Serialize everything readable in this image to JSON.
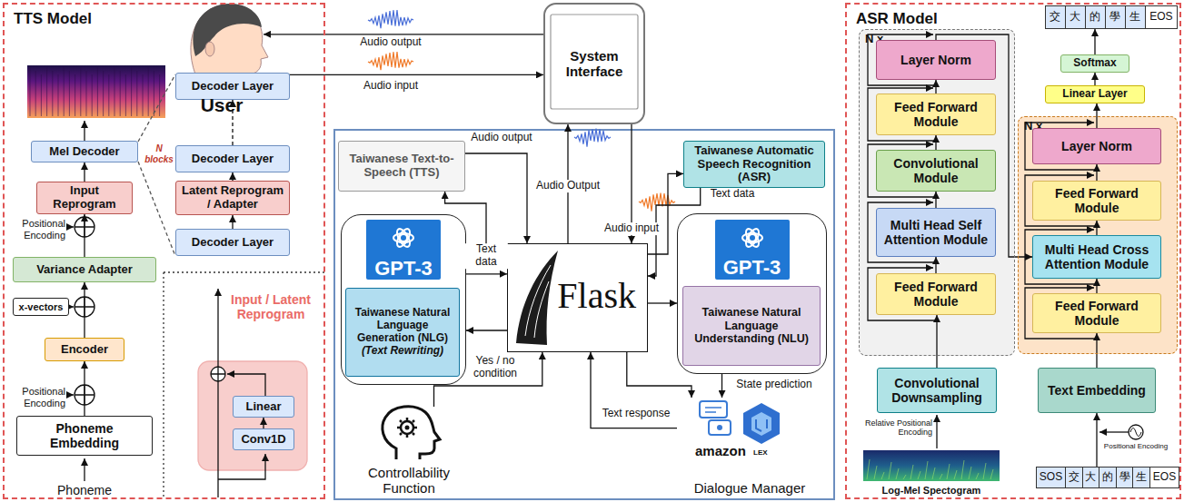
{
  "diagram": {
    "nodes": [
      {
        "text": [
          "TTS Model"
        ]
      },
      {
        "text": [
          "Mel Decoder"
        ],
        "in": 0
      },
      {
        "text": [
          "Input Reprogram"
        ],
        "in": 0
      },
      {
        "text": [
          "Variance Adapter"
        ],
        "in": 0
      },
      {
        "text": [
          "x-vectors"
        ],
        "in": 0
      },
      {
        "text": [
          "Encoder"
        ],
        "in": 0
      },
      {
        "text": [
          "Phoneme Embedding"
        ],
        "in": 0
      },
      {
        "text": [
          "Decoder Layer"
        ],
        "in": 0
      },
      {
        "text": [
          "Decoder Layer"
        ],
        "in": 0
      },
      {
        "text": [
          "Latent Reprogram / Adapter"
        ],
        "in": 0
      },
      {
        "text": [
          "Decoder Layer"
        ],
        "in": 0
      },
      {
        "text": [
          "Input / Latent Reprogram"
        ],
        "in": 0
      },
      {
        "text": [
          "Linear"
        ],
        "in": 11
      },
      {
        "text": [
          "Conv1D"
        ],
        "in": 11
      },
      {
        "text": [
          "User"
        ]
      },
      {
        "text": [
          "System Interface"
        ]
      },
      {
        "text": [
          "Taiwanese Text-to-Speech (TTS)"
        ]
      },
      {
        "text": [
          "GPT-3"
        ]
      },
      {
        "text": [
          "Taiwanese Natural Language Generation (NLG)",
          "(Text Rewriting)"
        ],
        "in": 17
      },
      {
        "text": [
          "Flask"
        ]
      },
      {
        "text": [
          "Taiwanese Automatic Speech Recognition (ASR)"
        ]
      },
      {
        "text": [
          "GPT-3"
        ]
      },
      {
        "text": [
          "Taiwanese Natural Language Understanding (NLU)"
        ],
        "in": 21
      },
      {
        "text": [
          "Controllability Function"
        ]
      },
      {
        "text": [
          "amazon",
          "LEX",
          "Dialogue Manager"
        ]
      },
      {
        "text": [
          "ASR Model"
        ]
      },
      {
        "text": [
          "N x"
        ],
        "in": 25
      },
      {
        "text": [
          "Layer Norm"
        ],
        "in": 26
      },
      {
        "text": [
          "Feed Forward Module"
        ],
        "in": 26
      },
      {
        "text": [
          "Convolutional Module"
        ],
        "in": 26
      },
      {
        "text": [
          "Multi Head Self Attention Module"
        ],
        "in": 26
      },
      {
        "text": [
          "Feed Forward Module"
        ],
        "in": 26
      },
      {
        "text": [
          "Convolutional Downsampling"
        ],
        "in": 25
      },
      {
        "text": [
          "交",
          "大",
          "的",
          "學",
          "生",
          "EOS"
        ],
        "in": 25
      },
      {
        "text": [
          "Softmax"
        ],
        "in": 25
      },
      {
        "text": [
          "Linear Layer"
        ],
        "in": 25
      },
      {
        "text": [
          "N x"
        ],
        "in": 25
      },
      {
        "text": [
          "Layer Norm"
        ],
        "in": 36
      },
      {
        "text": [
          "Feed Forward Module"
        ],
        "in": 36
      },
      {
        "text": [
          "Multi Head Cross Attention Module"
        ],
        "in": 36
      },
      {
        "text": [
          "Feed Forward Module"
        ],
        "in": 36
      },
      {
        "text": [
          "Text Embedding"
        ],
        "in": 25
      },
      {
        "text": [
          "SOS",
          "交",
          "大",
          "的",
          "學",
          "生",
          "EOS"
        ],
        "in": 25
      }
    ],
    "edges": [
      {
        "from": 6,
        "to": 5,
        "arrow": "to"
      },
      {
        "from": 5,
        "to": 3,
        "arrow": "to"
      },
      {
        "from": 3,
        "to": 2,
        "arrow": "to"
      },
      {
        "from": 2,
        "to": 1,
        "arrow": "to"
      },
      {
        "from": 10,
        "to": 9,
        "arrow": "to"
      },
      {
        "from": 9,
        "to": 8,
        "arrow": "to"
      },
      {
        "from": 8,
        "to": 7,
        "arrow": "to"
      },
      {
        "from": 13,
        "to": 12,
        "arrow": "to"
      },
      {
        "from": 15,
        "to": 14,
        "label": "Audio output",
        "arrow": "to"
      },
      {
        "from": 14,
        "to": 15,
        "label": "Audio input",
        "arrow": "to"
      },
      {
        "from": 16,
        "to": 19,
        "label": "Audio output",
        "arrow": "to"
      },
      {
        "from": 19,
        "to": 15,
        "label": "Audio Output",
        "arrow": "to"
      },
      {
        "from": 15,
        "to": 19,
        "label": "Audio input",
        "arrow": "to"
      },
      {
        "from": 19,
        "to": 20,
        "arrow": "to"
      },
      {
        "from": 20,
        "to": 19,
        "label": "Text data",
        "arrow": "to"
      },
      {
        "from": 19,
        "to": 16,
        "arrow": "to"
      },
      {
        "from": 17,
        "to": 19,
        "label": "Text data",
        "arrow": "to"
      },
      {
        "from": 19,
        "to": 17,
        "arrow": "to"
      },
      {
        "from": 19,
        "to": 21,
        "arrow": "to"
      },
      {
        "from": 21,
        "to": 24,
        "label": "State prediction",
        "arrow": "to"
      },
      {
        "from": 24,
        "to": 19,
        "label": "Text response",
        "arrow": "to"
      },
      {
        "from": 19,
        "to": 24,
        "arrow": "to"
      },
      {
        "from": 23,
        "to": 19,
        "label": "Yes / no condition",
        "arrow": "to"
      },
      {
        "from": 32,
        "to": 31,
        "arrow": "to"
      },
      {
        "from": 31,
        "to": 30,
        "arrow": "to"
      },
      {
        "from": 30,
        "to": 29,
        "arrow": "to"
      },
      {
        "from": 29,
        "to": 28,
        "arrow": "to"
      },
      {
        "from": 28,
        "to": 27,
        "arrow": "to"
      },
      {
        "from": 27,
        "to": 39,
        "arrow": "to"
      },
      {
        "from": 42,
        "to": 41,
        "arrow": "to"
      },
      {
        "from": 41,
        "to": 40,
        "arrow": "to"
      },
      {
        "from": 40,
        "to": 39,
        "arrow": "to"
      },
      {
        "from": 39,
        "to": 38,
        "arrow": "to"
      },
      {
        "from": 38,
        "to": 37,
        "arrow": "to"
      },
      {
        "from": 37,
        "to": 35,
        "arrow": "to"
      },
      {
        "from": 35,
        "to": 34,
        "arrow": "to"
      },
      {
        "from": 34,
        "to": 33,
        "arrow": "to"
      }
    ],
    "labels": [
      "Positional Encoding",
      "Positional Encoding",
      "N blocks",
      "Phoneme",
      "Relative Positional Encoding",
      "Log-Mel Spectogram",
      "Positional Encoding"
    ]
  }
}
